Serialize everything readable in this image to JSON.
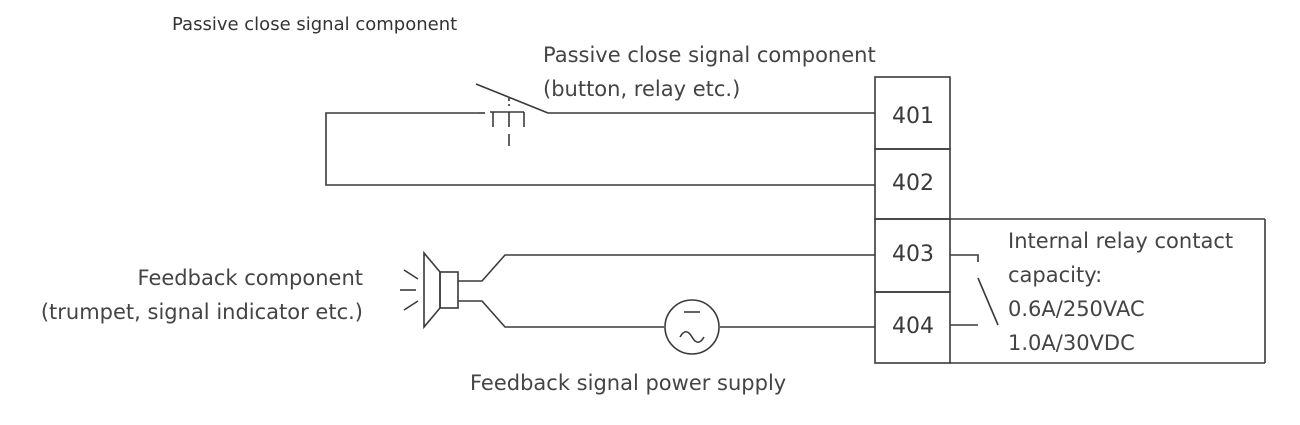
{
  "title": "Passive close signal component",
  "switch_label": {
    "line1": "Passive close signal component",
    "line2": "(button, relay etc.)"
  },
  "feedback_label": {
    "line1": "Feedback component",
    "line2": "(trumpet, signal indicator etc.)"
  },
  "power_label": "Feedback signal power supply",
  "terminals": [
    "401",
    "402",
    "403",
    "404"
  ],
  "relay_note": {
    "line1": "Internal relay contact",
    "line2": "capacity:",
    "line3": "0.6A/250VAC",
    "line4": "1.0A/30VDC"
  },
  "icons": {
    "switch": "normally-open-switch-icon",
    "speaker": "speaker-icon",
    "ac_source": "ac-source-icon",
    "relay_contact": "relay-contact-icon"
  }
}
